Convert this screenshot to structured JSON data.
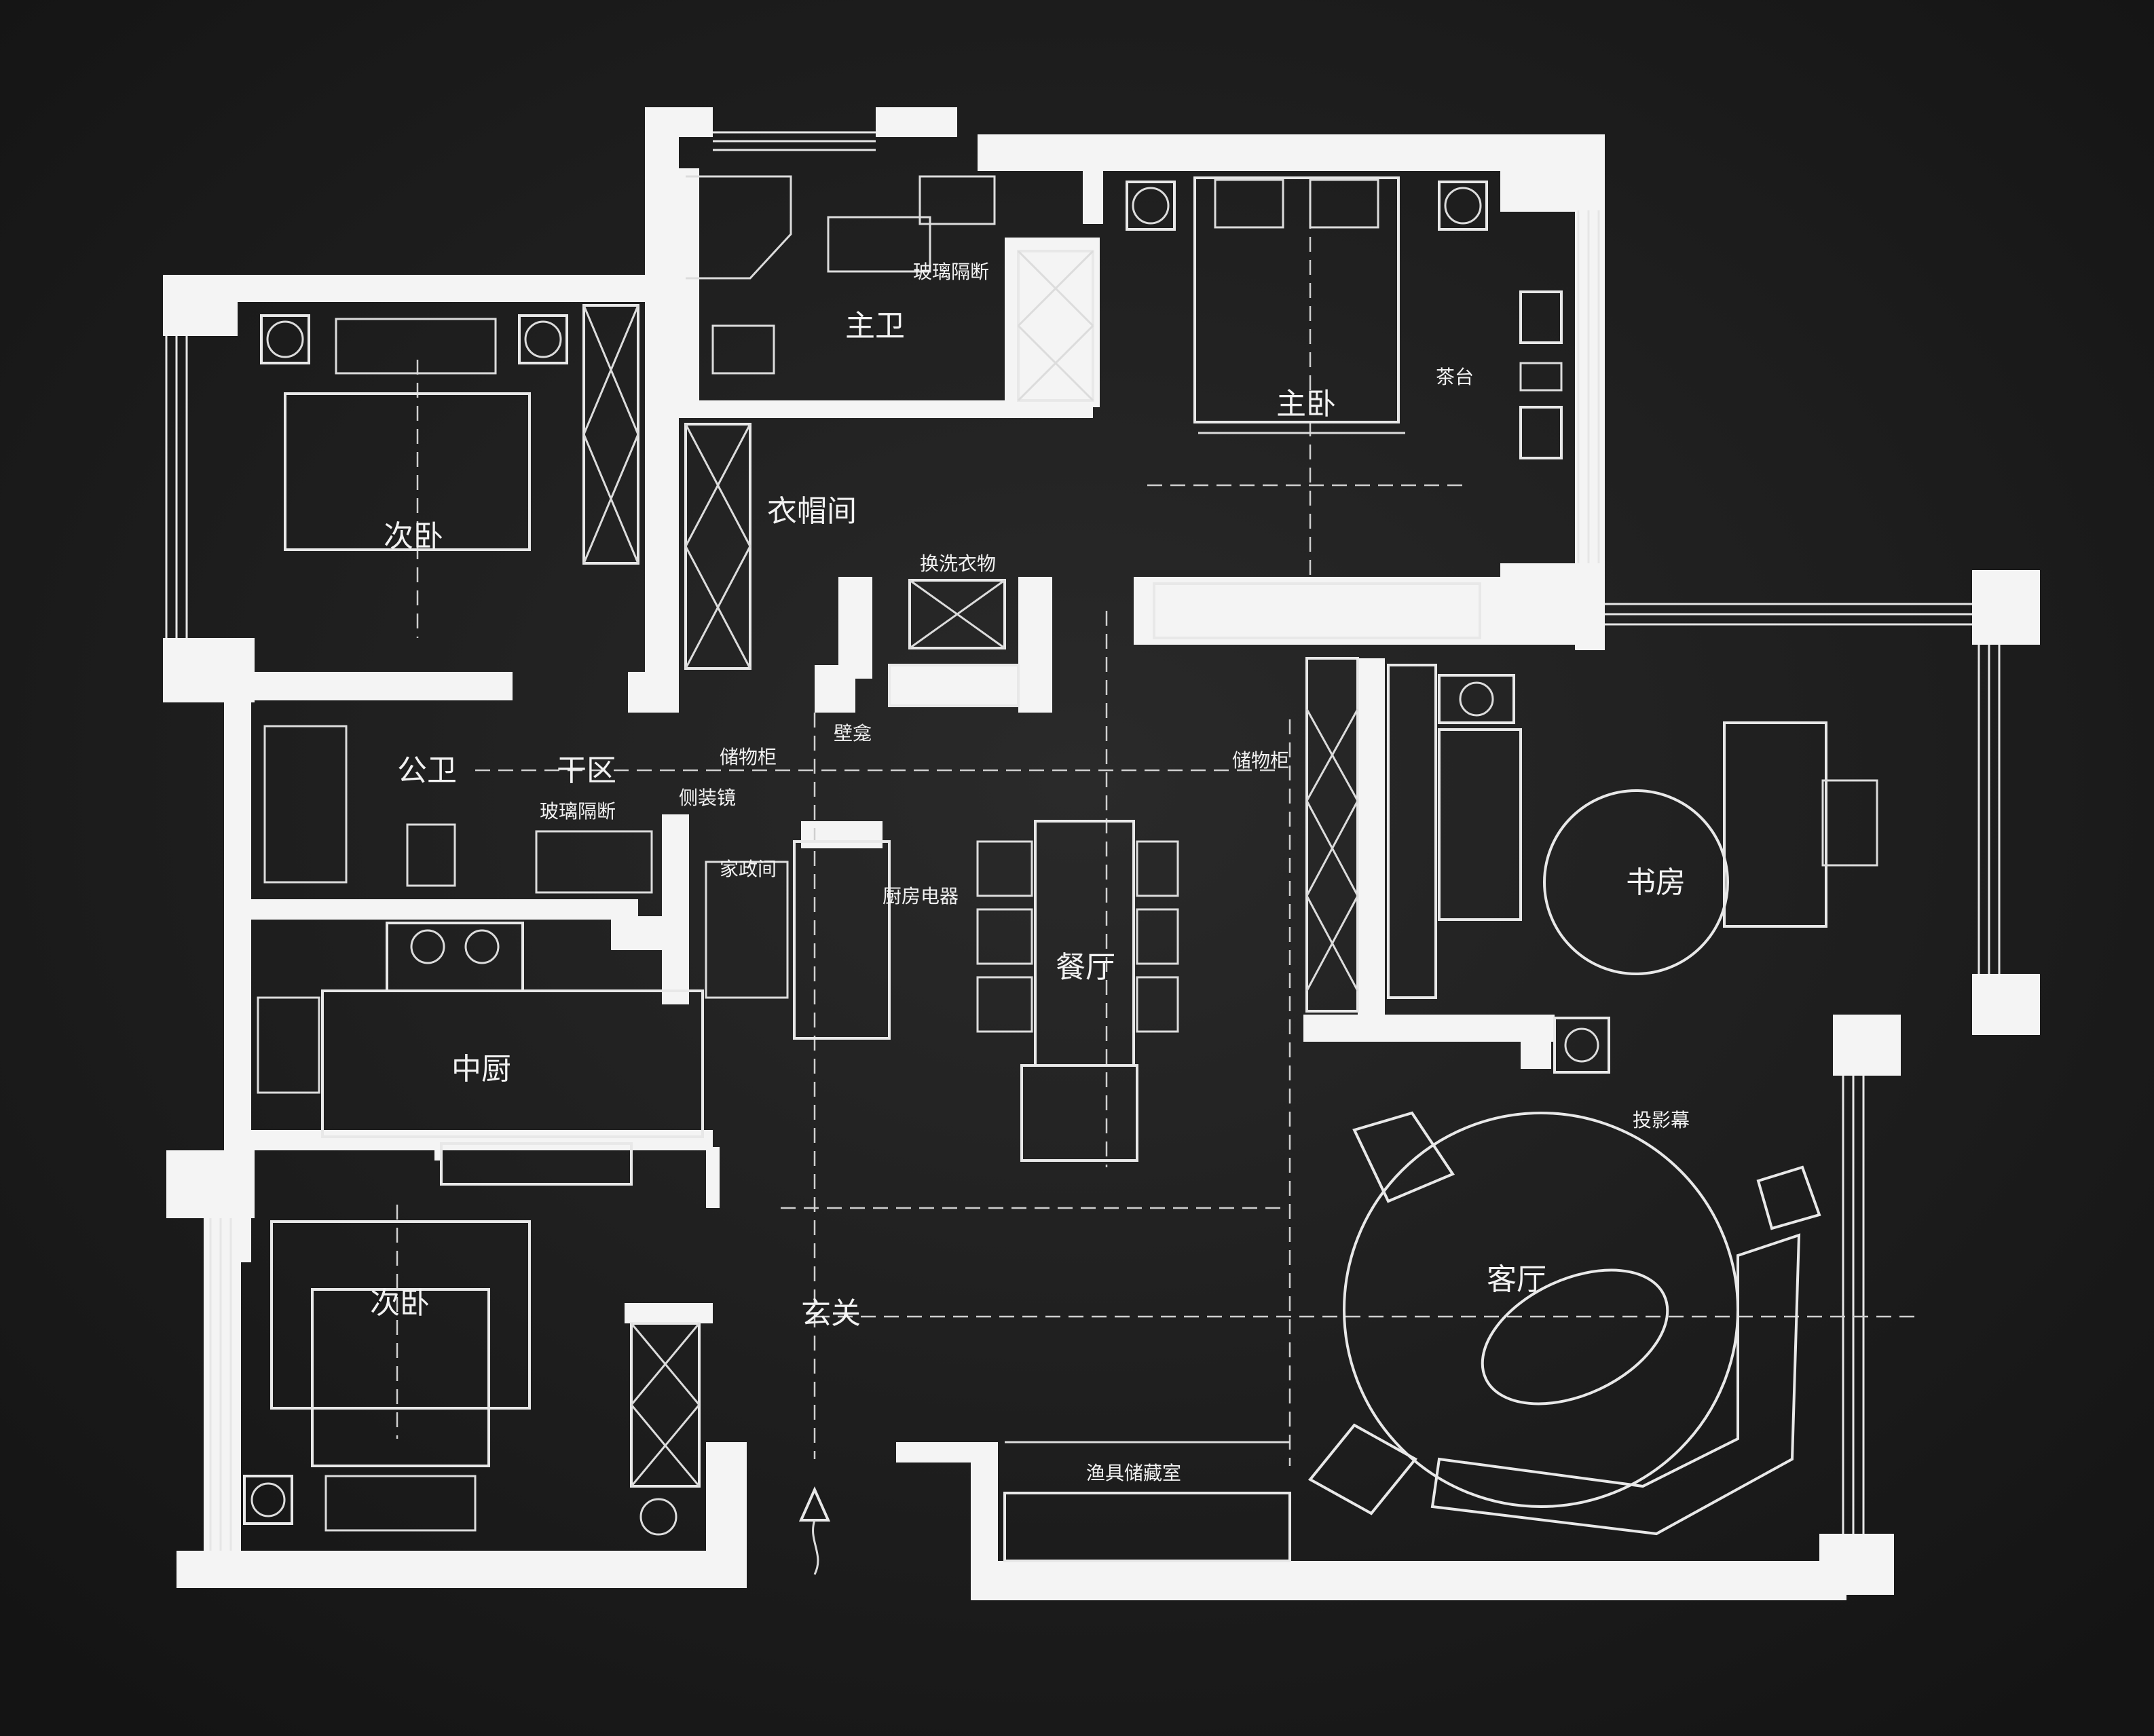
{
  "labels": {
    "master_bath": "主卫",
    "master_bedroom": "主卧",
    "glass_partition_top": "玻璃隔断",
    "tea_table": "茶台",
    "cloakroom": "衣帽间",
    "laundry": "换洗衣物",
    "second_bedroom_top": "次卧",
    "public_bath": "公卫",
    "dry_zone": "干区",
    "glass_partition_mid": "玻璃隔断",
    "side_mirror": "侧装镜",
    "storage_cabinet_left": "储物柜",
    "niche": "壁龛",
    "storage_cabinet_right": "储物柜",
    "housekeeping_room": "家政间",
    "kitchen_appliances": "厨房电器",
    "dining_room": "餐厅",
    "study": "书房",
    "projection_screen": "投影幕",
    "central_kitchen": "中厨",
    "second_bedroom_bottom": "次卧",
    "entrance": "玄关",
    "living_room": "客厅",
    "fishing_storage": "渔具储藏室"
  },
  "colors": {
    "background": "#1c1c1c",
    "line": "#f4f4f4"
  }
}
